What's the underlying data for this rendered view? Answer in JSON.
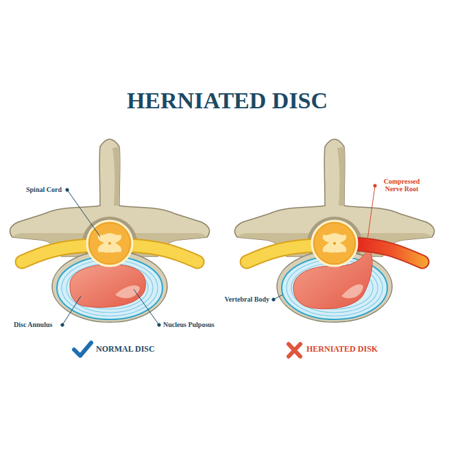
{
  "diagram": {
    "title": "HERNIATED DISC",
    "labels": [
      "Spinal Cord",
      "Disc Annulus",
      "Nucleus Pulposus",
      "Compressed Nerve Root",
      "Vertebral Body",
      "NORMAL DISC",
      "HERNIATED DISK"
    ]
  }
}
